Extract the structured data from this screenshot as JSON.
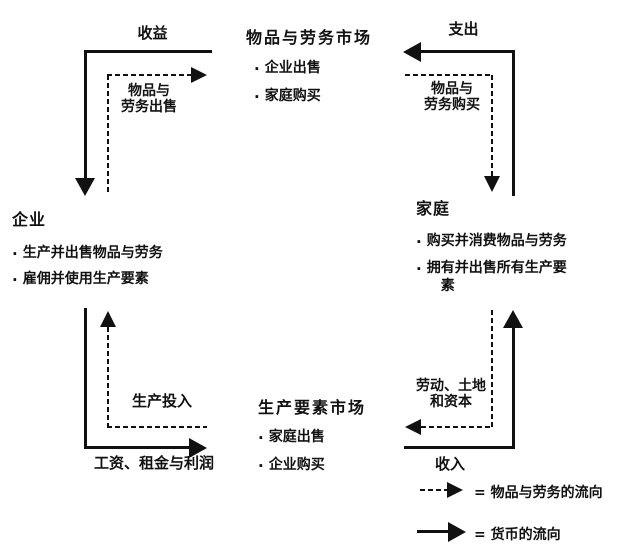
{
  "diagram": {
    "bullet_char": "·",
    "markets": {
      "goods_market": {
        "title": "物品与劳务市场",
        "bullets": [
          "企业出售",
          "家庭购买"
        ]
      },
      "factor_market": {
        "title": "生产要素市场",
        "bullets": [
          "家庭出售",
          "企业购买"
        ]
      }
    },
    "actors": {
      "firms": {
        "title": "企业",
        "bullets": [
          "生产并出售物品与劳务",
          "雇佣并使用生产要素"
        ]
      },
      "households": {
        "title": "家庭",
        "bullet1": "购买并消费物品与劳务",
        "bullet2_line1": "拥有并出售所有生产要",
        "bullet2_line2": "素"
      }
    },
    "flows": {
      "revenue": "收益",
      "spending": "支出",
      "goods_sold_lines": [
        "物品与",
        "劳务出售"
      ],
      "goods_bought_lines": [
        "物品与",
        "劳务购买"
      ],
      "production_inputs": "生产投入",
      "wages_rent_profit": "工资、租金与利润",
      "labor_land_capital_lines": [
        "劳动、土地",
        "和资本"
      ],
      "income": "收入"
    },
    "legend": {
      "goods_flow_label": "= 物品与劳务的流向",
      "money_flow_label": "= 货币的流向"
    },
    "colors": {
      "ink": "#111111",
      "background": "#ffffff"
    }
  }
}
